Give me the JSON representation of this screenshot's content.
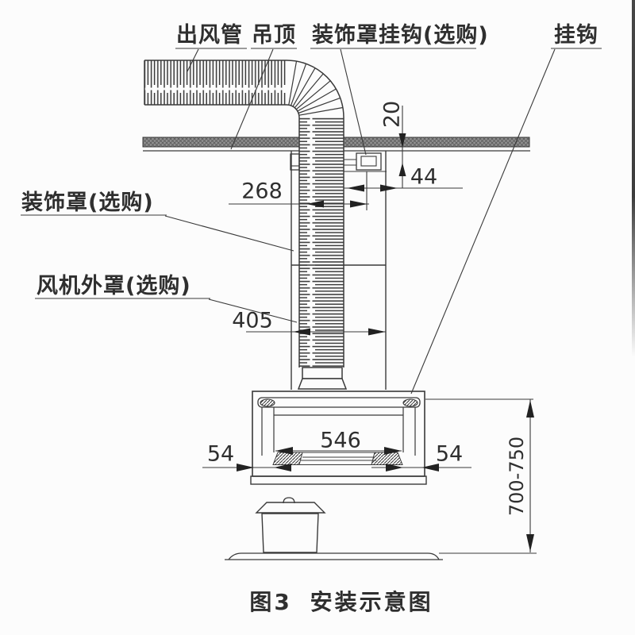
{
  "figure": {
    "caption": "图3 安装示意图",
    "labels": {
      "outlet_duct": "出风管",
      "ceiling": "吊顶",
      "deco_cover_hook": "装饰罩挂钩(选购)",
      "hook": "挂钩",
      "deco_cover": "装饰罩(选购)",
      "fan_cover": "风机外罩(选购)"
    },
    "dimensions": {
      "ceiling_gap": "20",
      "hook_drop": "44",
      "duct_to_hook": "268",
      "cover_width": "405",
      "body_inner_width": "546",
      "side_margin_left": "54",
      "side_margin_right": "54",
      "install_height": "700-750"
    },
    "colors": {
      "line": "#3a3a3a",
      "ceiling_fill": "#909090",
      "background": "#fcfcfc"
    }
  }
}
